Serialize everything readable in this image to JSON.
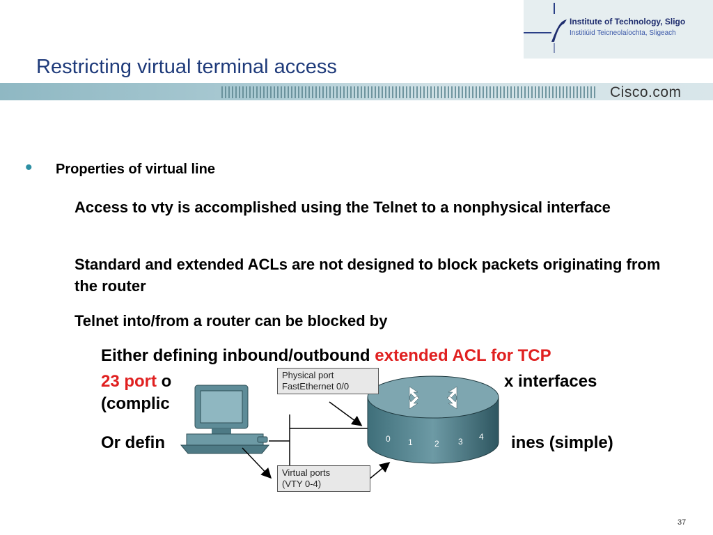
{
  "logo": {
    "institution": "Institute of Technology, Sligo",
    "institution_irish": "Institiúid Teicneolaíochta, Sligeach"
  },
  "slide": {
    "title": "Restricting virtual terminal access",
    "brand": "Cisco.com",
    "page_number": "37"
  },
  "content": {
    "heading": "Properties of virtual line",
    "points": [
      "Access to vty is accomplished using the Telnet to a nonphysical interface",
      "Standard and extended ACLs are not designed to block packets originating from the router",
      "Telnet into/from a router can be blocked by"
    ],
    "sub_1_pre": "Either defining inbound/outbound ",
    "sub_1_red": "extended ACL for TCP",
    "sub_2_red": "23 port",
    "sub_2_rest": " o",
    "sub_2_tail": "x interfaces",
    "sub_3": "(complic",
    "sub_4_pre": "Or defin",
    "sub_4_tail": "ines (simple)"
  },
  "diagram": {
    "physical_port_line1": "Physical port",
    "physical_port_line2": "FastEthernet 0/0",
    "virtual_ports_line1": "Virtual ports",
    "virtual_ports_line2": "(VTY 0-4)",
    "vty_numbers": [
      "0",
      "1",
      "2",
      "3",
      "4"
    ]
  }
}
